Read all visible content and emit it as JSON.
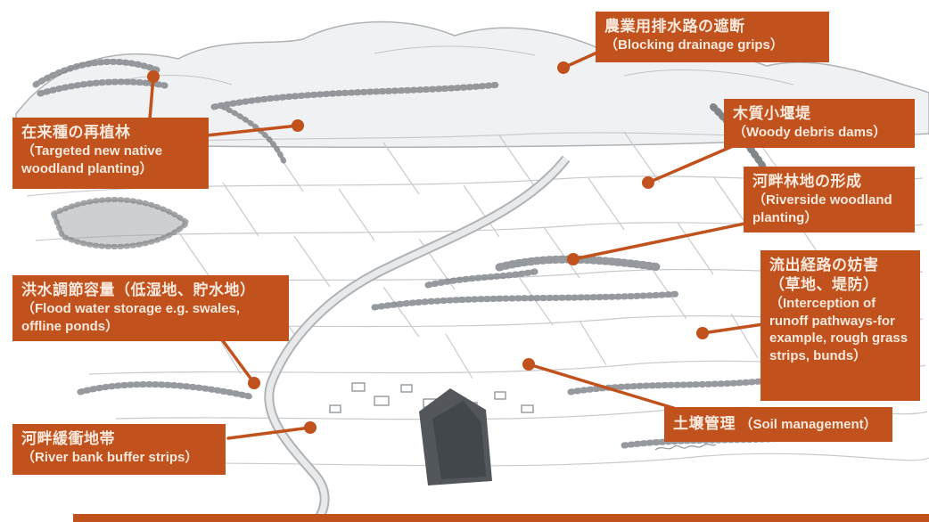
{
  "page": {
    "accent_color": "#c1511d",
    "description": "Hand-drawn catchment landscape annotated with natural flood management measures (Japanese with English translations)"
  },
  "labels": [
    {
      "id": "blocking-drainage-grips",
      "jp": "農業用排水路の遮断",
      "en": "（Blocking drainage grips）"
    },
    {
      "id": "woody-debris-dams",
      "jp": "木質小堰堤",
      "en": "（Woody debris dams）"
    },
    {
      "id": "riverside-woodland-planting",
      "jp": "河畔林地の形成",
      "en": "（Riverside woodland planting）"
    },
    {
      "id": "interception-of-runoff",
      "jp": "流出経路の妨害",
      "jp_sub": "（草地、堤防）",
      "en": "（Interception of runoff pathways-for example, rough grass strips, bunds）"
    },
    {
      "id": "native-woodland-planting",
      "jp": "在来種の再植林",
      "en": "（Targeted new native woodland planting）"
    },
    {
      "id": "flood-water-storage",
      "jp": "洪水調節容量（低湿地、貯水地）",
      "en": "（Flood water storage e.g. swales, offline ponds）"
    },
    {
      "id": "river-bank-buffer-strips",
      "jp": "河畔緩衝地帯",
      "en": "（River bank buffer strips）"
    },
    {
      "id": "soil-management",
      "jp": "土壌管理",
      "en": "（Soil management）"
    }
  ]
}
